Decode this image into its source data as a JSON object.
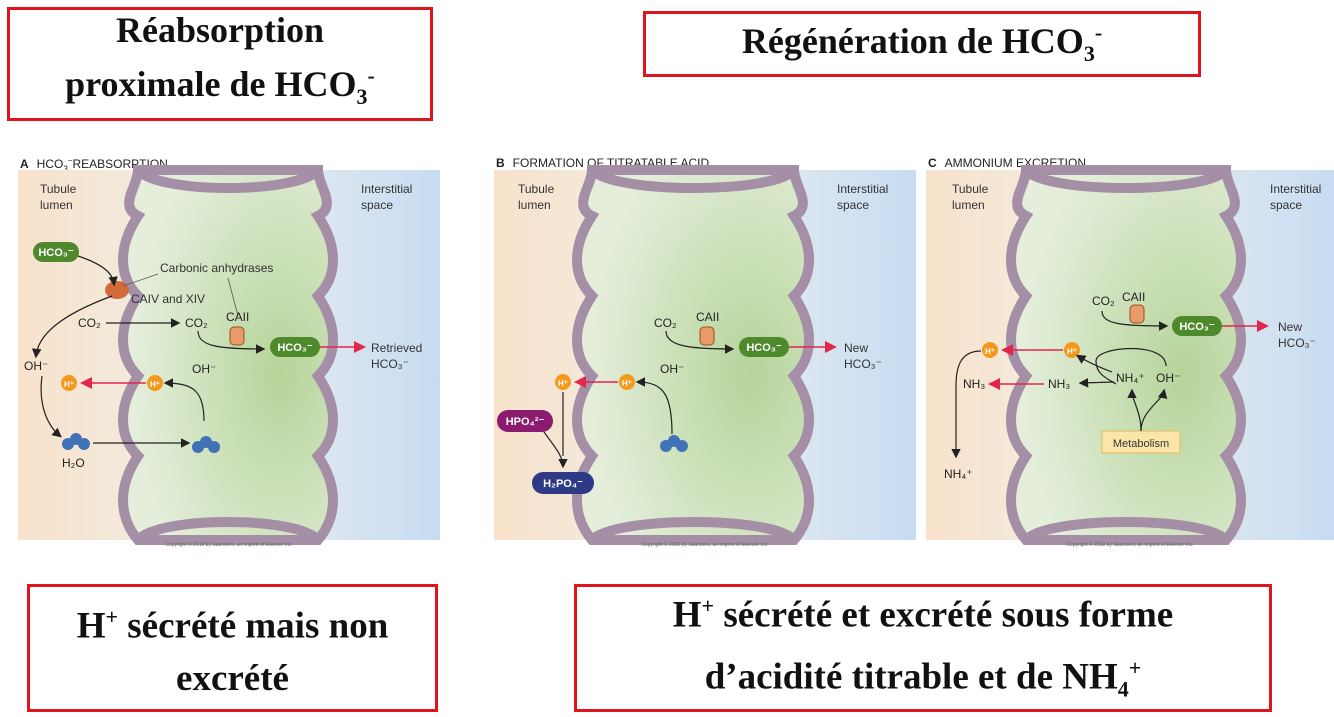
{
  "boxes": {
    "top_left": {
      "line1": "Réabsorption",
      "line2_prefix": "proximale de HCO",
      "sub": "3",
      "sup": "-"
    },
    "top_right": {
      "prefix": "Régénération de HCO",
      "sub": "3",
      "sup": "-"
    },
    "bottom_left": {
      "line1_pre": "H",
      "line1_sup": "+",
      "line1_post": " sécrété mais non",
      "line2": "excrété"
    },
    "bottom_right": {
      "line1_pre": "H",
      "line1_sup": "+",
      "line1_post": " sécrété et excrété sous forme",
      "line2_pre": "d’acidité titrable et de NH",
      "line2_sub": "4",
      "line2_sup": "+"
    }
  },
  "panels": {
    "a": {
      "letter": "A",
      "title_pre": "HCO",
      "title_post": "REABSORPTION"
    },
    "b": {
      "letter": "B",
      "title": "FORMATION OF TITRATABLE ACID"
    },
    "c": {
      "letter": "C",
      "title": "AMMONIUM EXCRETION"
    }
  },
  "labels": {
    "tubule": "Tubule",
    "lumen": "lumen",
    "interstitial": "Interstitial",
    "space": "space",
    "carbonic_anhydrases": "Carbonic anhydrases",
    "caiv_xiv": "CAIV and XIV",
    "caii": "CAII",
    "retrieved": "Retrieved",
    "new": "New",
    "metabolism": "Metabolism",
    "h2o": "H",
    "copyright": "Copyright © 2012 by Saunders, an imprint of Elsevier Inc."
  },
  "colors": {
    "red_border": "#e0141c",
    "lumen_bg": "#f7dfc6",
    "interstitial_bg": "#c9dcf2",
    "cell_green": "#cfe2b6",
    "membrane": "#a48fa6",
    "hco3_green": "#4e8a2c",
    "h_orange": "#f39a1e",
    "arrow_red": "#e3264b",
    "water_blue": "#3f72b6",
    "hpo4_purple": "#8a1b6e",
    "h2po4_navy": "#2e3a86",
    "metabolism_bg": "#fbe6a9"
  }
}
